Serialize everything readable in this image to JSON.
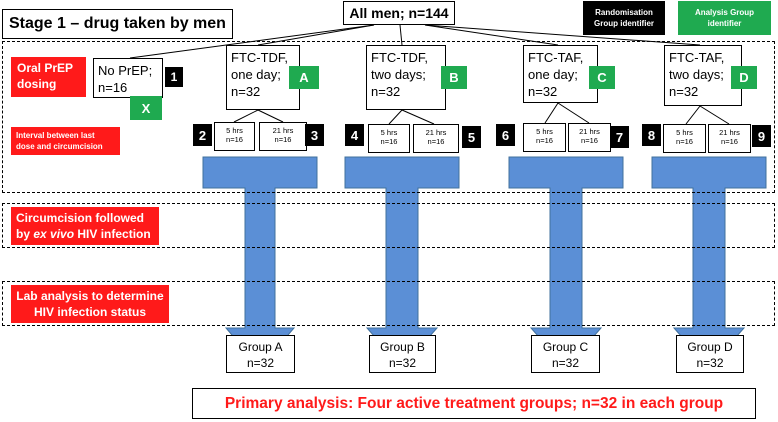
{
  "title": "Stage 1 – drug taken by men",
  "root": "All men; n=144",
  "legend": {
    "randomisation": "Randomisation Group identifier",
    "analysis": "Analysis Group identifier"
  },
  "stages": {
    "dosing": "Oral PrEP dosing",
    "interval": "Interval between last dose and circumcision",
    "circumcision_a": "Circumcision followed",
    "circumcision_b_pre": "by ",
    "circumcision_b_italic": "ex vivo",
    "circumcision_b_post": " HIV infection",
    "lab": "Lab analysis to determine HIV infection status"
  },
  "arms": [
    {
      "l1": "No PrEP;",
      "l2": "n=16",
      "l3": "",
      "analysis": "X",
      "rand": "1"
    },
    {
      "l1": "FTC-TDF,",
      "l2": "one day;",
      "l3": "n=32",
      "analysis": "A"
    },
    {
      "l1": "FTC-TDF,",
      "l2": "two days;",
      "l3": "n=32",
      "analysis": "B"
    },
    {
      "l1": "FTC-TAF,",
      "l2": "one day;",
      "l3": "n=32",
      "analysis": "C"
    },
    {
      "l1": "FTC-TAF,",
      "l2": "two days;",
      "l3": "n=32",
      "analysis": "D"
    }
  ],
  "subgroups": [
    {
      "rand": "2",
      "time": "5 hrs",
      "n": "n=16"
    },
    {
      "rand": "3",
      "time": "21 hrs",
      "n": "n=16"
    },
    {
      "rand": "4",
      "time": "5 hrs",
      "n": "n=16"
    },
    {
      "rand": "5",
      "time": "21 hrs",
      "n": "n=16"
    },
    {
      "rand": "6",
      "time": "5 hrs",
      "n": "n=16"
    },
    {
      "rand": "7",
      "time": "21 hrs",
      "n": "n=16"
    },
    {
      "rand": "8",
      "time": "5 hrs",
      "n": "n=16"
    },
    {
      "rand": "9",
      "time": "21 hrs",
      "n": "n=16"
    }
  ],
  "groups": [
    {
      "name": "Group A",
      "n": "n=32"
    },
    {
      "name": "Group B",
      "n": "n=32"
    },
    {
      "name": "Group C",
      "n": "n=32"
    },
    {
      "name": "Group D",
      "n": "n=32"
    }
  ],
  "primary": "Primary analysis: Four active treatment groups; n=32 in each group",
  "colors": {
    "red": "#ff1a1a",
    "green": "#1faa50",
    "arrow": "#5b8fd6"
  }
}
